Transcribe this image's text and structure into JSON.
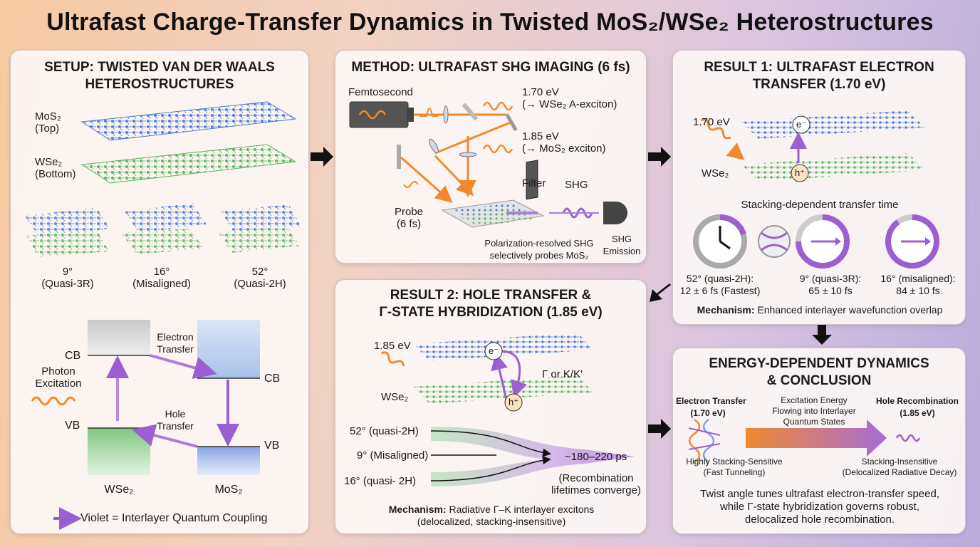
{
  "title": "Ultrafast Charge-Transfer Dynamics in Twisted MoS₂/WSe₂ Heterostructures",
  "setup": {
    "heading": "SETUP: TWISTED VAN DER WAALS HETEROSTRUCTURES",
    "top_label": "MoS₂\n(Top)",
    "bottom_label": "WSe₂\n(Bottom)",
    "angles": [
      {
        "label": "9°\n(Quasi-3R)"
      },
      {
        "label": "16°\n(Misaligned)"
      },
      {
        "label": "52°\n(Quasi-2H)"
      }
    ],
    "cb_left": "CB",
    "vb_left": "VB",
    "cb_right": "CB",
    "vb_right": "VB",
    "photon": "Photon\nExcitation",
    "electron_transfer": "Electron\nTransfer",
    "hole_transfer": "Hole\nTransfer",
    "wse2": "WSe₂",
    "mos2": "MoS₂",
    "legend": "Violet = Interlayer Quantum Coupling"
  },
  "method": {
    "heading": "METHOD: ULTRAFAST SHG IMAGING (6 fs)",
    "femtosecond": "Femtosecond",
    "pump1": "1.70 eV\n(→ WSe₂ A-exciton)",
    "pump2": "1.85 eV\n(→ MoS₂ exciton)",
    "probe": "Probe\n(6 fs)",
    "filter": "Filter",
    "shg": "SHG",
    "shg_emission": "SHG\nEmission",
    "caption": "Polarization-resolved SHG\nselectively probes MoS₂"
  },
  "result1": {
    "heading": "RESULT 1: ULTRAFAST ELECTRON TRANSFER (1.70 eV)",
    "energy": "1.70 eV",
    "wse2": "WSe₂",
    "electron": "e⁻",
    "hole": "h⁺",
    "subtitle": "Stacking-dependent transfer time",
    "times": [
      {
        "label": "52° (quasi-2H):\n12 ± 6 fs (Fastest)"
      },
      {
        "label": "9° (quasi-3R):\n65 ± 10 fs"
      },
      {
        "label": "16° (misaligned):\n84 ± 10 fs"
      }
    ],
    "mech_bold": "Mechanism:",
    "mech_text": "Enhanced interlayer wavefunction overlap"
  },
  "result2": {
    "heading": "RESULT 2: HOLE TRANSFER &\nΓ-STATE HYBRIDIZATION (1.85 eV)",
    "energy": "1.85 eV",
    "wse2": "WSe₂",
    "electron": "e⁻",
    "hole": "h⁺",
    "gamma": "Γ or K/K′",
    "lines": [
      {
        "label": "52° (quasi-2H)"
      },
      {
        "label": "9° (Misaligned)"
      },
      {
        "label": "16° (quasi- 2H)"
      }
    ],
    "lifetime": "~180–220 ps",
    "converge": "(Recombination\nlifetimes converge)",
    "mech_bold": "Mechanism:",
    "mech_text": "Radiative Γ–K interlayer excitons\n(delocalized, stacking-insensitive)"
  },
  "conclusion": {
    "heading": "ENERGY-DEPENDENT DYNAMICS\n& CONCLUSION",
    "electron_transfer": "Electron Transfer\n(1.70 eV)",
    "excitation": "Excitation Energy\nFlowing into Interlayer\nQuantum States",
    "hole_recomb": "Hole Recombination\n(1.85 eV)",
    "sensitive": "Highly Stacking-Sensitive\n(Fast Tunneling)",
    "insensitive": "Stacking-Insensitive\n(Delocalized Radiative Decay)",
    "summary": "Twist angle tunes ultrafast electron-transfer speed,\nwhile Γ-state hybridization governs robust,\ndelocalized hole recombination."
  },
  "colors": {
    "orange": "#f08a2e",
    "violet": "#9a5fd0",
    "mos2": "#4a7bd8",
    "wse2": "#59b25a"
  }
}
